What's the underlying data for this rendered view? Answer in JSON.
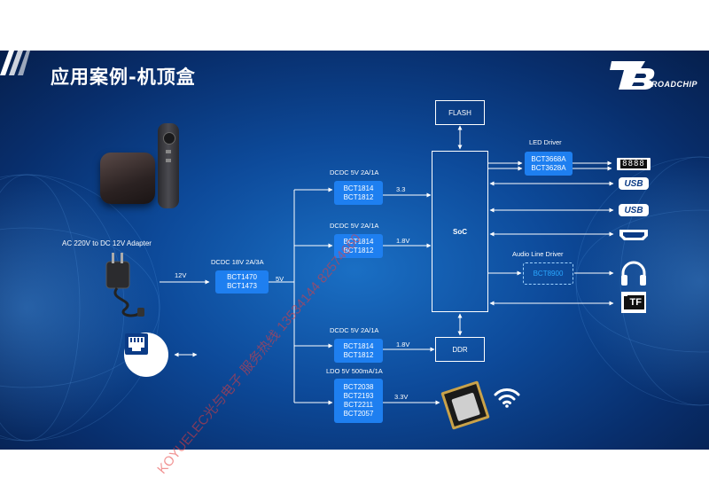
{
  "title": "应用案例-机顶盒",
  "logo": {
    "letter": "B",
    "text": "BROADCHIP"
  },
  "watermark": "KOYUELEC光与电子 服务热线 13534144 82574660",
  "diagram": {
    "adapter_label": "AC 220V to DC 12V Adapter",
    "v12": "12V",
    "v5": "5V",
    "dcdc_main": {
      "label": "DCDC 18V 2A/3A",
      "chips": [
        "BCT1470",
        "BCT1473"
      ]
    },
    "dcdc_a": {
      "label": "DCDC 5V 2A/1A",
      "chips": [
        "BCT1814",
        "BCT1812"
      ],
      "out": "3.3"
    },
    "dcdc_b": {
      "label": "DCDC 5V 2A/1A",
      "chips": [
        "BCT1814",
        "BCT1812"
      ],
      "out": "1.8V"
    },
    "dcdc_c": {
      "label": "DCDC 5V 2A/1A",
      "chips": [
        "BCT1814",
        "BCT1812"
      ],
      "out": "1.8V"
    },
    "ldo": {
      "label": "LDO 5V 500mA/1A",
      "chips": [
        "BCT2038",
        "BCT2193",
        "BCT2211",
        "BCT2057"
      ],
      "out": "3.3V"
    },
    "flash": "FLASH",
    "soc": "SoC",
    "ddr": "DDR",
    "led_driver": {
      "label": "LED Driver",
      "chips": [
        "BCT3668A",
        "BCT3628A"
      ]
    },
    "audio_driver": {
      "label": "Audio Line Driver",
      "chip": "BCT8900"
    },
    "led_display": "8888",
    "usb1": "USB",
    "usb2": "USB",
    "tf": "TF"
  }
}
